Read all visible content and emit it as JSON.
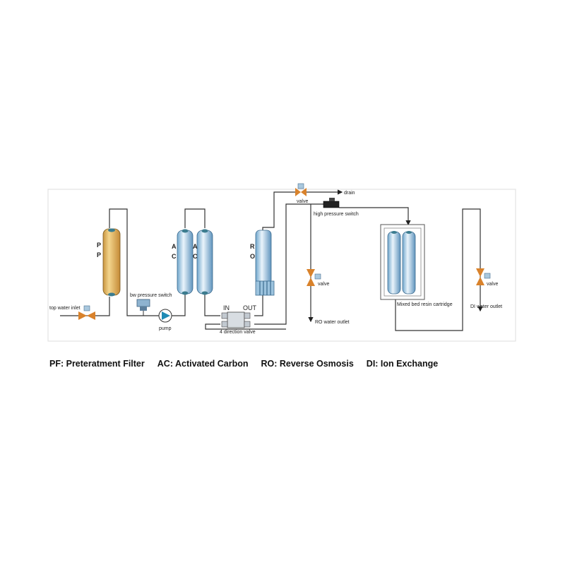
{
  "labels": {
    "inlet": "top water inlet",
    "low_pressure_switch": "bw pressure switch",
    "pump": "pump",
    "pp_letters": [
      "P",
      "P"
    ],
    "ac1_letters": [
      "A",
      "C"
    ],
    "ac2_letters": [
      "A",
      "C"
    ],
    "ro_letters": [
      "R",
      "O"
    ],
    "valve_in": "IN",
    "valve_out": "OUT",
    "four_way_valve": "4 direction valve",
    "valve_top": "valve",
    "drain": "drain",
    "high_pressure_switch": "high pressure switch",
    "valve_ro": "valve",
    "ro_outlet": "RO water outlet",
    "mixed_bed": "Mixed bed resin cartridge",
    "valve_di": "valve",
    "di_outlet": "DI water outlet"
  },
  "legend": [
    "PF: Preteratment Filter",
    "AC: Activated Carbon",
    "RO: Reverse Osmosis",
    "DI: Ion Exchange"
  ],
  "colors": {
    "pp_vessel": "#e8c070",
    "ac_vessel": "#b8d8ee",
    "ro_vessel": "#b8d8ee",
    "valve": "#d9822b",
    "pump": "#1e8bb5",
    "pipe": "#333333"
  }
}
